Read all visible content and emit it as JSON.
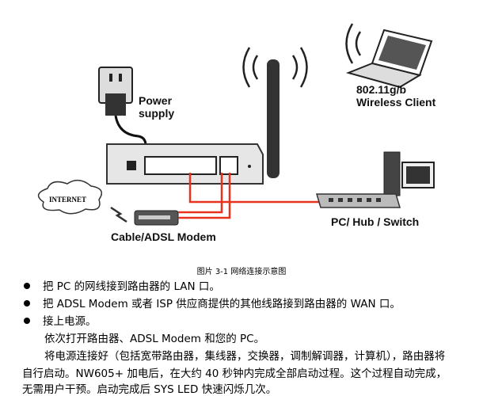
{
  "diagram": {
    "power_label_1": "Power",
    "power_label_2": "supply",
    "wireless_label_1": "802.11g/b",
    "wireless_label_2": "Wireless Client",
    "internet_label": "INTERNET",
    "modem_label": "Cable/ADSL Modem",
    "switch_label": "PC/ Hub / Switch",
    "cable_color": "#e8321e"
  },
  "caption": "图片 3-1 网络连接示意图",
  "bullets": [
    "把 PC 的网线接到路由器的 LAN 口。",
    "把 ADSL Modem 或者 ISP 供应商提供的其他线路接到路由器的 WAN 口。",
    "接上电源。"
  ],
  "paragraphs": [
    "依次打开路由器、ADSL Modem 和您的 PC。",
    "将电源连接好（包括宽带路由器，集线器，交换器，调制解调器，计算机），路由器将",
    "自行启动。NW605+ 加电后，在大约 40 秒钟内完成全部启动过程。这个过程自动完成，",
    "无需用户干预。启动完成后 SYS LED 快速闪烁几次。"
  ]
}
